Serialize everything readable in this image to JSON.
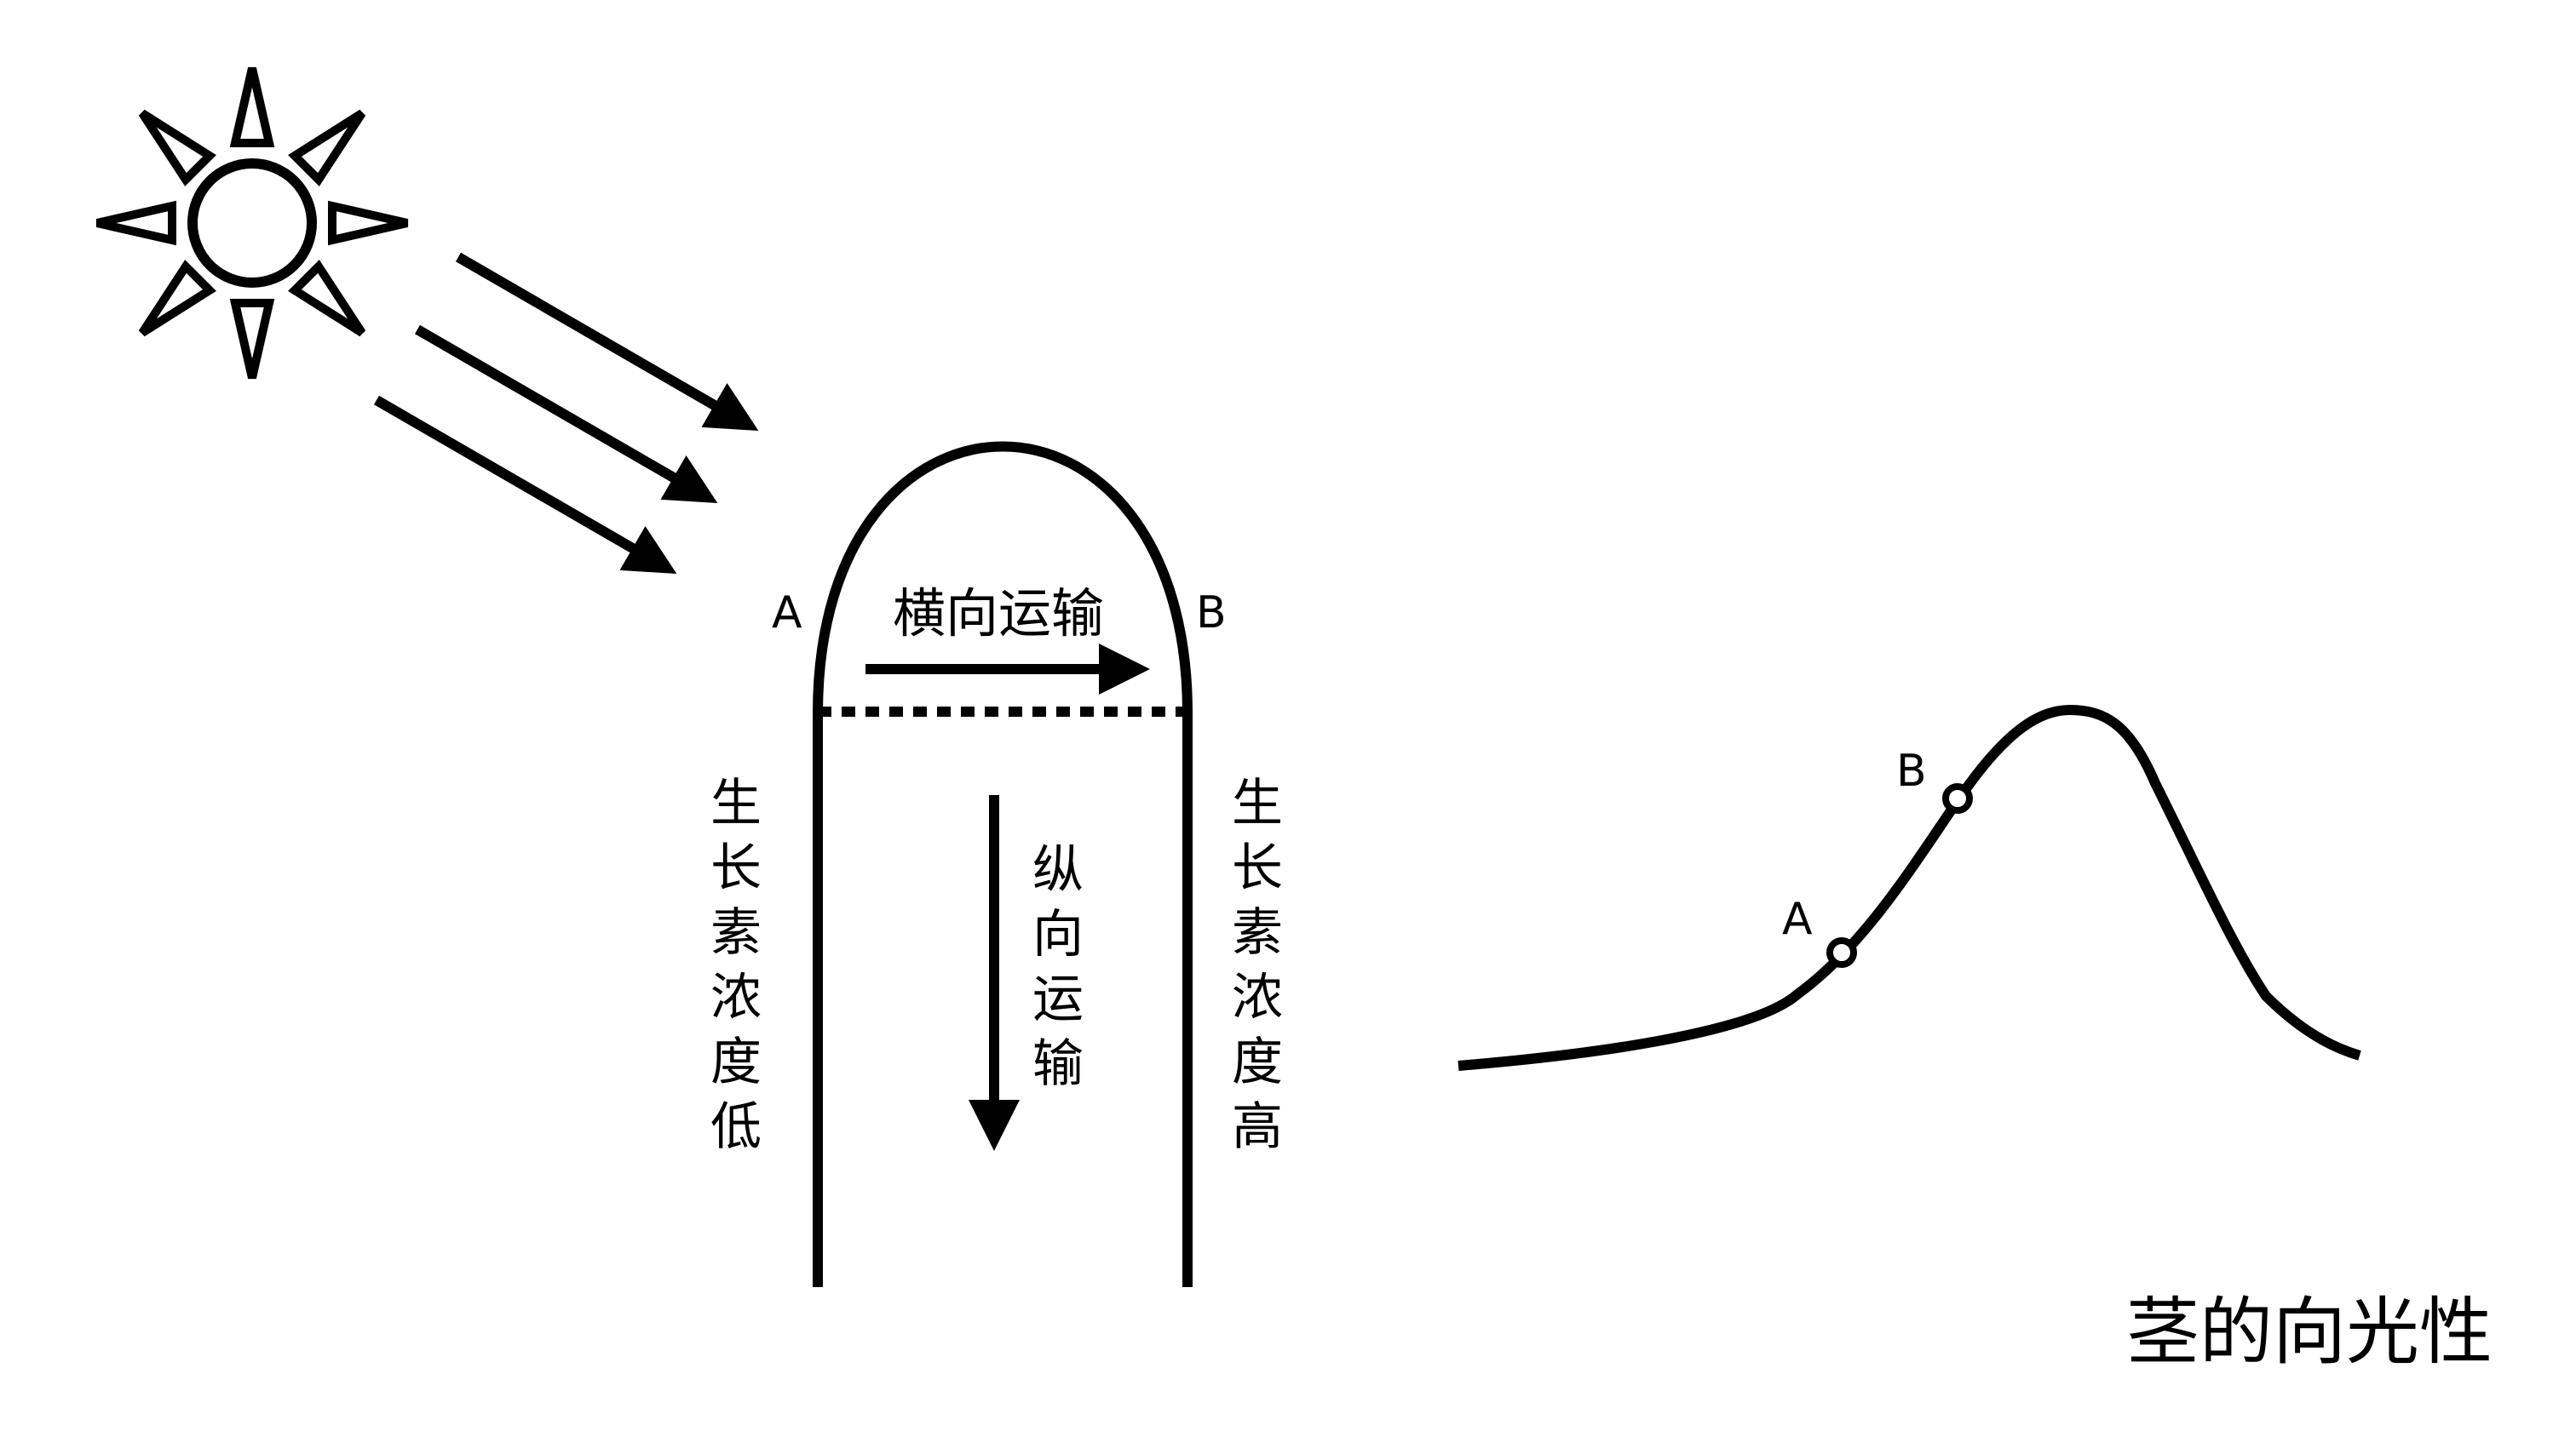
{
  "labels": {
    "stem_point_a": "A",
    "stem_point_b": "B",
    "curve_point_a": "A",
    "curve_point_b": "B",
    "lateral_transport": "横向运输",
    "longitudinal_transport": [
      "纵",
      "向",
      "运",
      "输"
    ],
    "left_side_concentration": [
      "生",
      "长",
      "素",
      "浓",
      "度",
      "低"
    ],
    "right_side_concentration": [
      "生",
      "长",
      "素",
      "浓",
      "度",
      "高"
    ],
    "title": "茎的向光性"
  },
  "icons": {
    "light_source": "sun-icon"
  },
  "colors": {
    "stroke": "#000000",
    "background": "#ffffff"
  }
}
